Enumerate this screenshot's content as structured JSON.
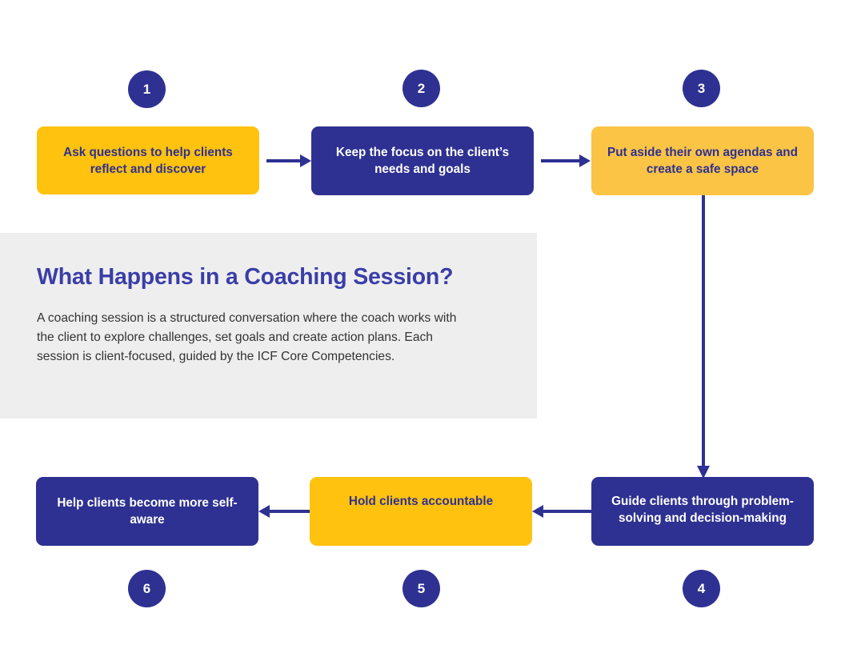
{
  "colors": {
    "navy": "#2e3191",
    "heading_indigo": "#3a3ea8",
    "gold": "#ffc20e",
    "gold_soft": "#fbc445",
    "panel_grey": "#eeeeee",
    "body_text": "#333333",
    "white": "#ffffff"
  },
  "info_panel": {
    "title": "What Happens in a Coaching Session?",
    "body": "A coaching session is a structured conversation where the coach works with the client to explore challenges, set goals and create action plans. Each session is client-focused, guided by the ICF Core Competencies."
  },
  "steps": [
    {
      "number": "1",
      "label": "Ask questions to help clients reflect and discover",
      "style": "gold"
    },
    {
      "number": "2",
      "label": "Keep the focus on the client’s needs and goals",
      "style": "navy"
    },
    {
      "number": "3",
      "label": "Put aside their own agendas and create a safe space",
      "style": "gold-soft"
    },
    {
      "number": "4",
      "label": "Guide clients through problem-solving and decision-making",
      "style": "navy"
    },
    {
      "number": "5",
      "label": "Hold clients accountable",
      "style": "gold"
    },
    {
      "number": "6",
      "label": "Help clients become more self-aware",
      "style": "navy"
    }
  ],
  "connectors": [
    {
      "name": "arrow-step1-to-step2",
      "direction": "right"
    },
    {
      "name": "arrow-step2-to-step3",
      "direction": "right"
    },
    {
      "name": "arrow-step3-to-step4",
      "direction": "down"
    },
    {
      "name": "arrow-step4-to-step5",
      "direction": "left"
    },
    {
      "name": "arrow-step5-to-step6",
      "direction": "left"
    }
  ]
}
